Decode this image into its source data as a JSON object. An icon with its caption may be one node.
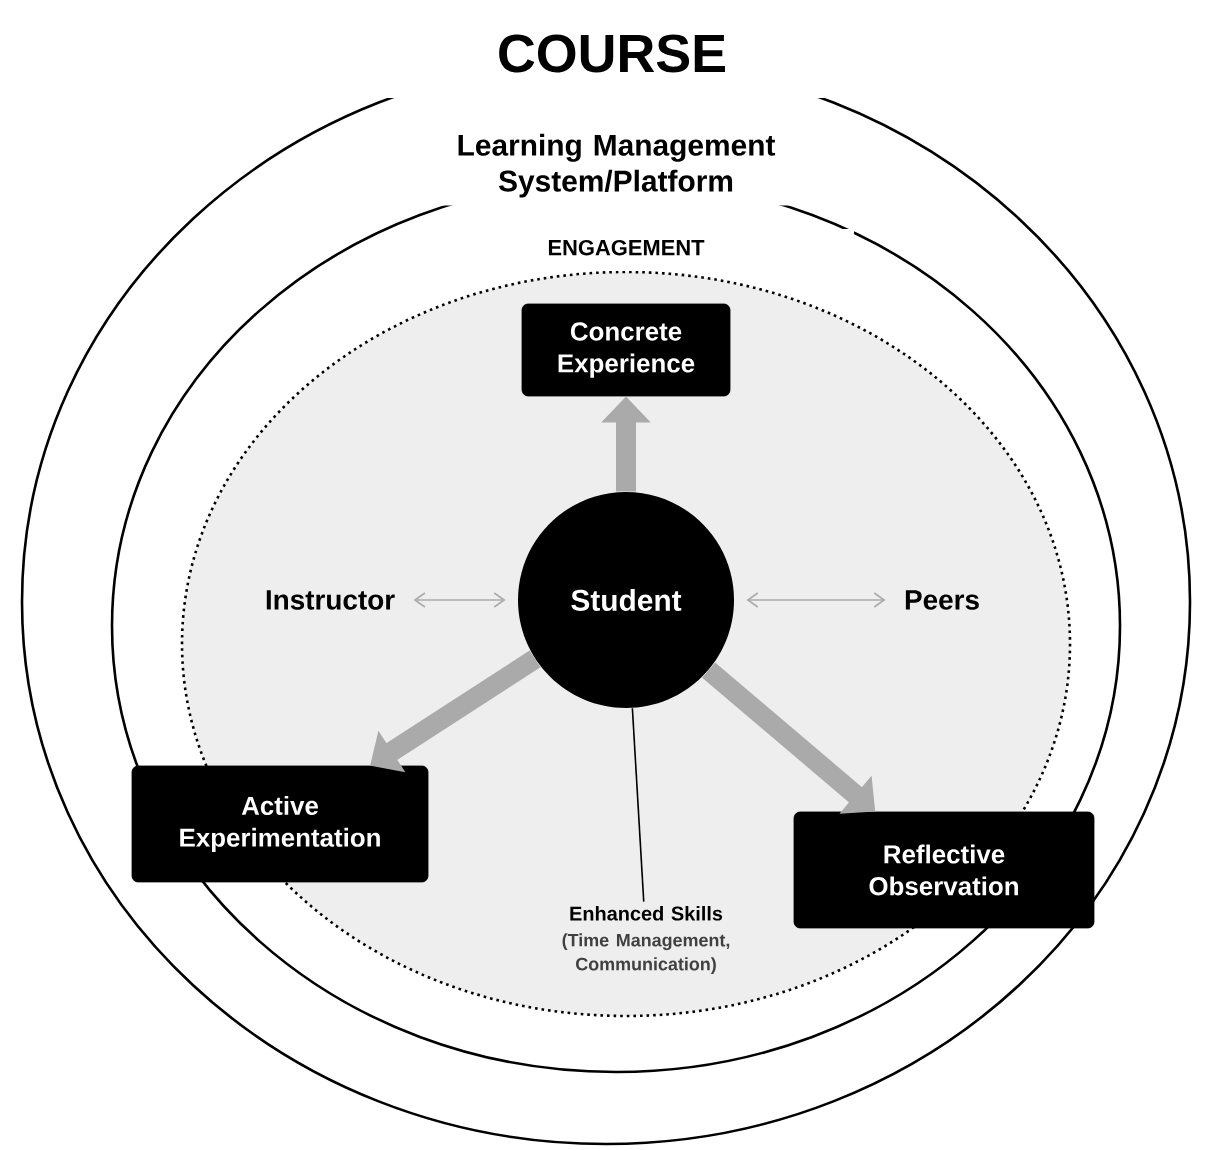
{
  "diagram": {
    "nodes": [
      {
        "text": [
          "COURSE"
        ]
      },
      {
        "text": [
          "Learning Management System/Platform"
        ],
        "in": 0
      },
      {
        "text": [
          "ENGAGEMENT"
        ],
        "in": 1
      },
      {
        "text": [
          "Concrete Experience"
        ],
        "in": 2
      },
      {
        "text": [
          "Student"
        ],
        "in": 2
      },
      {
        "text": [
          "Instructor"
        ],
        "in": 2
      },
      {
        "text": [
          "Peers"
        ],
        "in": 2
      },
      {
        "text": [
          "Active Experimentation"
        ],
        "in": 2
      },
      {
        "text": [
          "Reflective Observation"
        ],
        "in": 2
      },
      {
        "text": [
          "Enhanced Skills",
          "(Time Management, Communication)"
        ],
        "in": 2
      }
    ],
    "edges": [
      {
        "from": 4,
        "to": 3,
        "arrow": "to",
        "style": "thick"
      },
      {
        "from": 4,
        "to": 7,
        "arrow": "to",
        "style": "thick"
      },
      {
        "from": 4,
        "to": 8,
        "arrow": "to",
        "style": "thick"
      },
      {
        "from": 4,
        "to": 5,
        "arrow": "both"
      },
      {
        "from": 4,
        "to": 6,
        "arrow": "both"
      },
      {
        "from": 4,
        "to": 9,
        "arrow": "none",
        "color": "#000000"
      }
    ]
  }
}
